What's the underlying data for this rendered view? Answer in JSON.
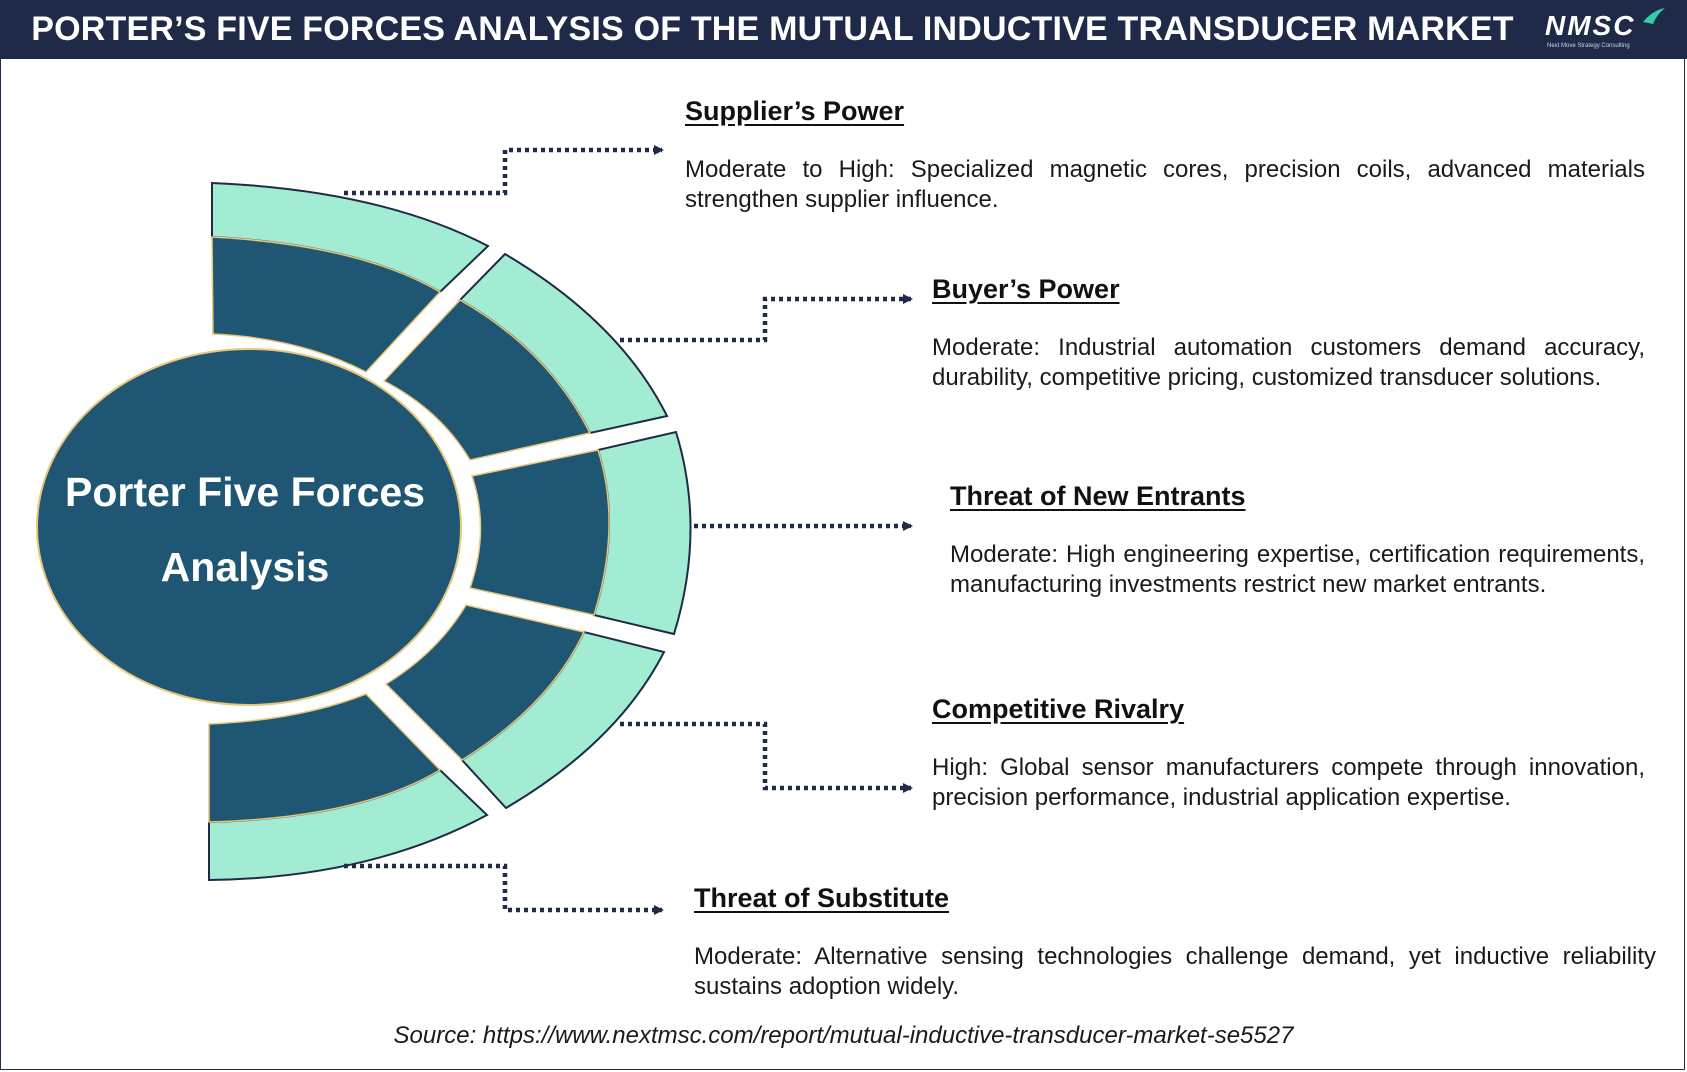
{
  "header": {
    "title": "PORTER’S FIVE FORCES ANALYSIS OF THE MUTUAL INDUCTIVE TRANSDUCER MARKET",
    "logo_text": "NMSC",
    "logo_tagline": "Next Move Strategy Consulting"
  },
  "center": {
    "line1": "Porter Five Forces",
    "line2": "Analysis"
  },
  "forces": [
    {
      "title": "Supplier’s Power",
      "description": "Moderate to High: Specialized magnetic cores, precision coils, advanced materials strengthen supplier influence."
    },
    {
      "title": "Buyer’s Power",
      "description": "Moderate: Industrial automation customers demand accuracy, durability, competitive pricing, customized transducer solutions."
    },
    {
      "title": "Threat of New Entrants",
      "description": "Moderate: High engineering expertise, certification requirements, manufacturing investments restrict new market entrants."
    },
    {
      "title": "Competitive Rivalry",
      "description": "High: Global sensor manufacturers compete through innovation, precision performance, industrial application expertise."
    },
    {
      "title": "Threat of Substitute",
      "description": "Moderate: Alternative sensing technologies challenge demand, yet inductive reliability sustains adoption widely."
    }
  ],
  "source": "Source: https://www.nextmsc.com/report/mutual-inductive-transducer-market-se5527",
  "colors": {
    "header_bg": "#1e2a48",
    "dark_teal": "#1f5673",
    "mint": "#a3ecd4",
    "arrow": "#1e2a48"
  }
}
